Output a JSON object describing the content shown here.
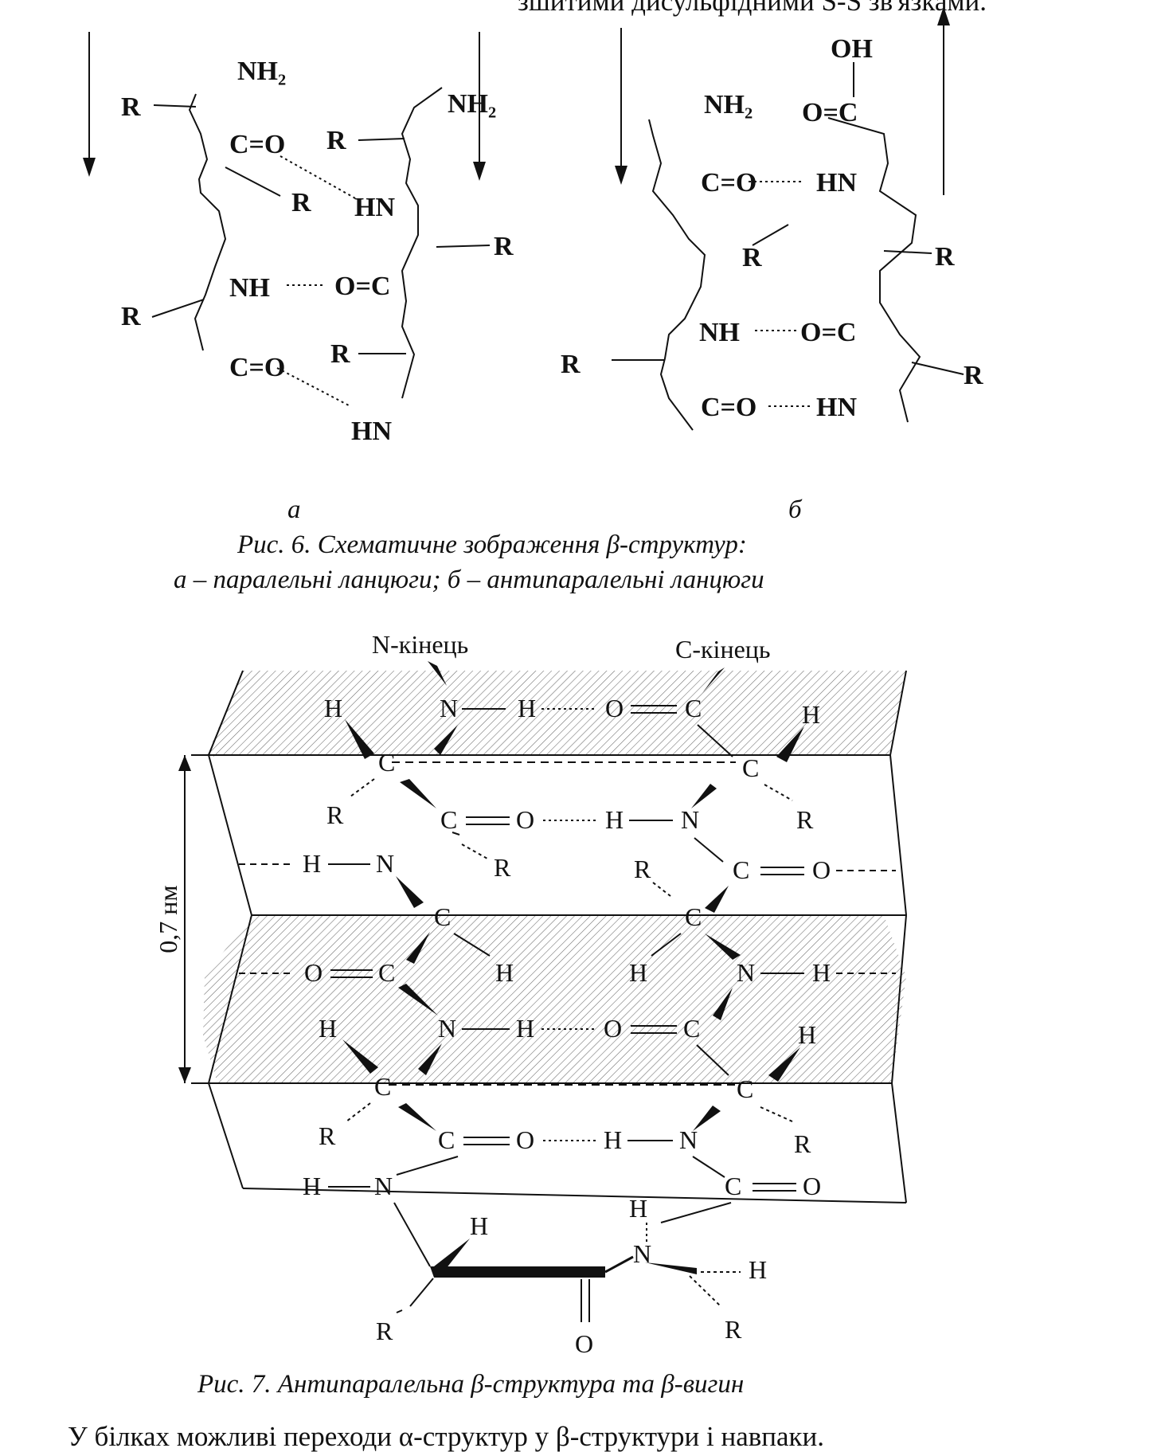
{
  "text": {
    "top_line": "зшитими дисульфідними S-S зв'язками.",
    "bottom_line": "У білках можливі переходи α-структур у β-структури і навпаки."
  },
  "fig6": {
    "nh2": "NH₂",
    "r": "R",
    "co": "C=O",
    "oc": "O=C",
    "nh": "NH",
    "hn": "HN",
    "oh": "OH",
    "label_a": "а",
    "label_b": "б"
  },
  "fig7": {
    "n_term": "N-кінець",
    "c_term": "C-кінець",
    "dim": "0,7 нм",
    "n": "N",
    "h": "H",
    "o": "O",
    "c": "C",
    "r": "R"
  },
  "captions": {
    "fig6_line1": "Рис. 6. Схематичне зображення β-структур:",
    "fig6_line2": "а – паралельні ланцюги; б – антипаралельні ланцюги",
    "fig7": "Рис. 7. Антипаралельна β-структура та β-вигин"
  }
}
